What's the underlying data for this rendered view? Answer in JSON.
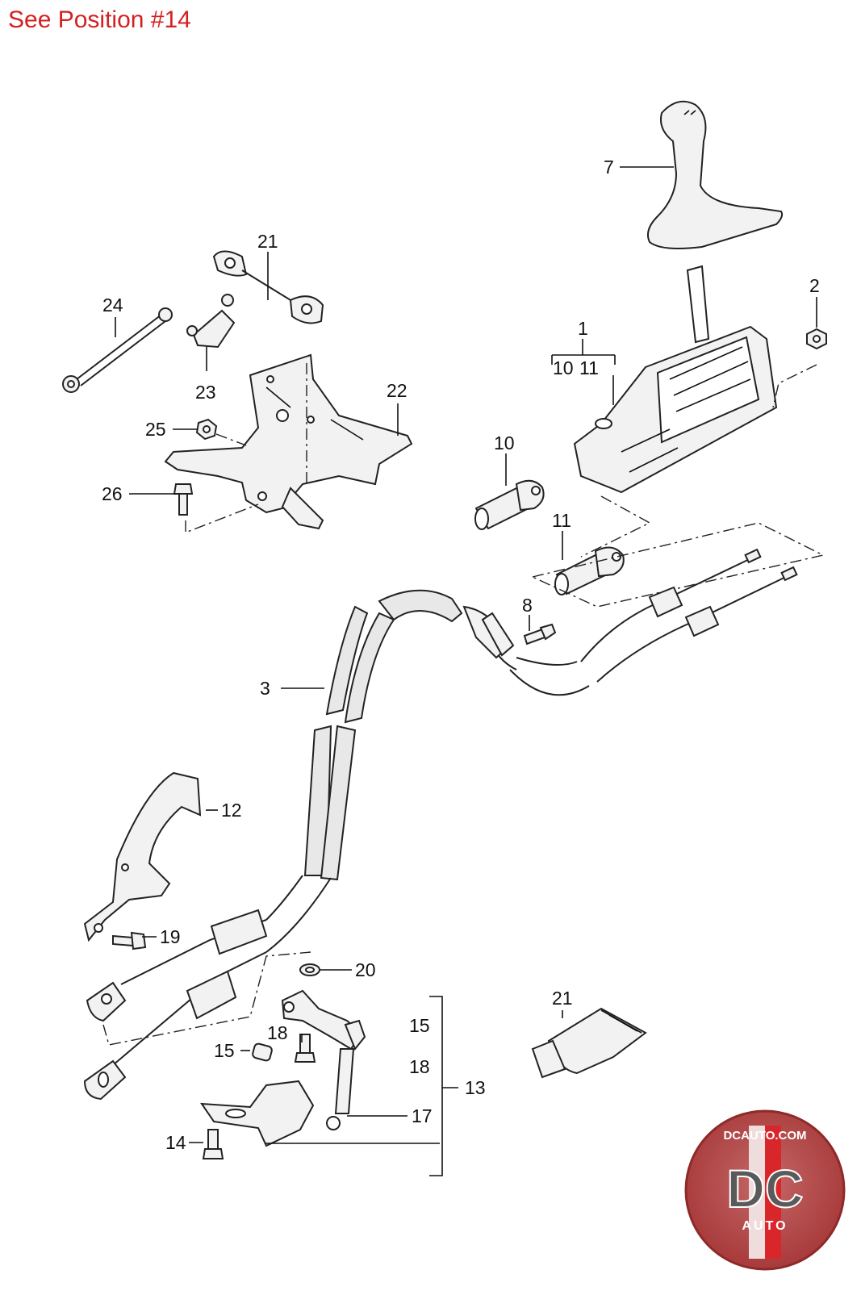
{
  "header": {
    "note": "See Position #14"
  },
  "callouts": {
    "c1": "1",
    "c2": "2",
    "c3": "3",
    "c7": "7",
    "c8": "8",
    "c10": "10",
    "c11": "11",
    "c10_group": "10",
    "c11_group": "11",
    "c12": "12",
    "c13": "13",
    "c14": "14",
    "c15": "15",
    "c15_group": "15",
    "c17": "17",
    "c18": "18",
    "c18_group": "18",
    "c19": "19",
    "c20": "20",
    "c21_top": "21",
    "c21_bottom": "21",
    "c22": "22",
    "c23": "23",
    "c24": "24",
    "c25": "25",
    "c26": "26"
  },
  "logo": {
    "top_text": "DCAUTO.COM",
    "mark": "DC",
    "bottom_text": "AUTO",
    "ring_color": "#b93a3a",
    "accent": "#d8262a"
  },
  "colors": {
    "header_text": "#d42020"
  }
}
